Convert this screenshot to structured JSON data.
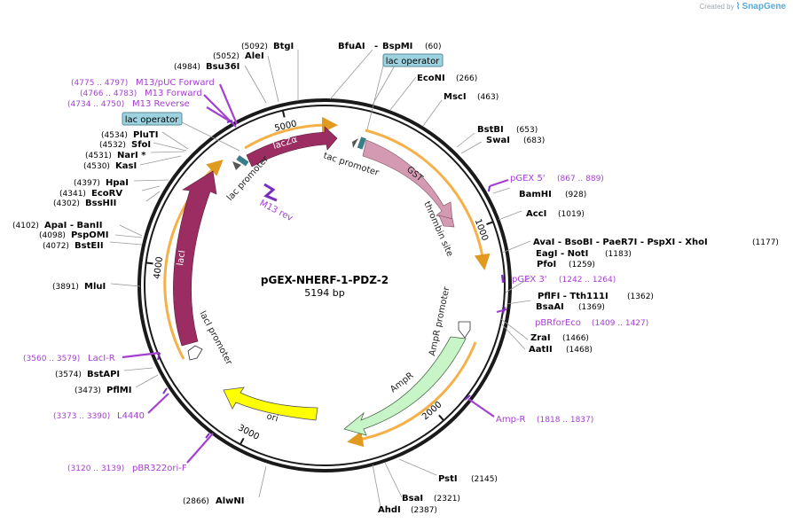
{
  "app": {
    "created_by": "Created by",
    "brand_name": "SnapGene"
  },
  "plasmid": {
    "name": "pGEX-NHERF-1-PDZ-2",
    "length_label": "5194 bp",
    "length": 5194
  },
  "ticks": [
    {
      "value": 1000,
      "label": "1000"
    },
    {
      "value": 2000,
      "label": "2000"
    },
    {
      "value": 3000,
      "label": "3000"
    },
    {
      "value": 4000,
      "label": "4000"
    },
    {
      "value": 5000,
      "label": "5000"
    }
  ],
  "sites": [
    {
      "label": "BtgI",
      "pos": "(5092)"
    },
    {
      "label": "AleI",
      "pos": "(5052)"
    },
    {
      "label": "Bsu36I",
      "pos": "(4984)"
    },
    {
      "label": "BfuAI",
      "sep": "-",
      "label2": "BspMI",
      "pos": "(60)"
    },
    {
      "label": "EcoNI",
      "pos": "(266)"
    },
    {
      "label": "MscI",
      "pos": "(463)"
    },
    {
      "label": "BstBI",
      "pos": "(653)"
    },
    {
      "label": "SwaI",
      "pos": "(683)"
    },
    {
      "label": "BamHI",
      "pos": "(928)"
    },
    {
      "label": "AccI",
      "pos": "(1019)"
    },
    {
      "label": "AvaI - BsoBI - PaeR7I - PspXI - XhoI",
      "pos": "(1177)"
    },
    {
      "label": "EagI - NotI",
      "pos": "(1183)"
    },
    {
      "label": "PfoI",
      "pos": "(1259)"
    },
    {
      "label": "PflFI - Tth111I",
      "pos": "(1362)"
    },
    {
      "label": "BsaAI",
      "pos": "(1369)"
    },
    {
      "label": "ZraI",
      "pos": "(1466)"
    },
    {
      "label": "AatII",
      "pos": "(1468)"
    },
    {
      "label": "PstI",
      "pos": "(2145)"
    },
    {
      "label": "BsaI",
      "pos": "(2321)"
    },
    {
      "label": "AhdI",
      "pos": "(2387)"
    },
    {
      "label": "AlwNI",
      "pos": "(2866)"
    },
    {
      "label": "PflMI",
      "pos": "(3473)"
    },
    {
      "label": "BstAPI",
      "pos": "(3574)"
    },
    {
      "label": "MluI",
      "pos": "(3891)"
    },
    {
      "label": "BstEII",
      "pos": "(4072)"
    },
    {
      "label": "PspOMI",
      "pos": "(4098)"
    },
    {
      "label": "ApaI - BanII",
      "pos": "(4102)"
    },
    {
      "label": "BssHII",
      "pos": "(4302)"
    },
    {
      "label": "EcoRV",
      "pos": "(4341)"
    },
    {
      "label": "HpaI",
      "pos": "(4397)"
    },
    {
      "label": "KasI",
      "pos": "(4530)"
    },
    {
      "label": "NarI *",
      "pos": "(4531)"
    },
    {
      "label": "SfoI",
      "pos": "(4532)"
    },
    {
      "label": "PluTI",
      "pos": "(4534)"
    }
  ],
  "primers": [
    {
      "label": "M13/pUC Forward",
      "pos": "(4775 .. 4797)"
    },
    {
      "label": "M13 Forward",
      "pos": "(4766 .. 4783)"
    },
    {
      "label": "M13 Reverse",
      "pos": "(4734 .. 4750)"
    },
    {
      "label": "pGEX 5'",
      "pos": "(867 .. 889)"
    },
    {
      "label": "pGEX 3'",
      "pos": "(1242 .. 1264)"
    },
    {
      "label": "pBRforEco",
      "pos": "(1409 .. 1427)"
    },
    {
      "label": "Amp-R",
      "pos": "(1818 .. 1837)"
    },
    {
      "label": "pBR322ori-F",
      "pos": "(3120 .. 3139)"
    },
    {
      "label": "L4440",
      "pos": "(3373 .. 3390)"
    },
    {
      "label": "LacI-R",
      "pos": "(3560 .. 3579)"
    },
    {
      "label": "M13 rev",
      "pos": ""
    }
  ],
  "boxed_features": [
    {
      "label": "lac operator"
    },
    {
      "label": "lac operator"
    }
  ],
  "features": [
    {
      "label": "lacZα",
      "color": "#9b2d63"
    },
    {
      "label": "GST",
      "color": "#d49ab2"
    },
    {
      "label": "thrombin site",
      "color": "#d49ab2"
    },
    {
      "label": "AmpR",
      "color": "#c8f5c8"
    },
    {
      "label": "AmpR promoter",
      "color": "#ffffff"
    },
    {
      "label": "ori",
      "color": "#ffff00"
    },
    {
      "label": "lacI",
      "color": "#9b2d63"
    },
    {
      "label": "lacI promoter",
      "color": "#ffffff"
    },
    {
      "label": "tac promoter",
      "color": "#ffffff"
    },
    {
      "label": "lac promoter",
      "color": "#ffffff"
    }
  ],
  "colors": {
    "backbone": "#1a1a1a",
    "orf_arc": "#f5b048",
    "primer": "#a43fd0",
    "operator_box": "#9dd3e0"
  }
}
